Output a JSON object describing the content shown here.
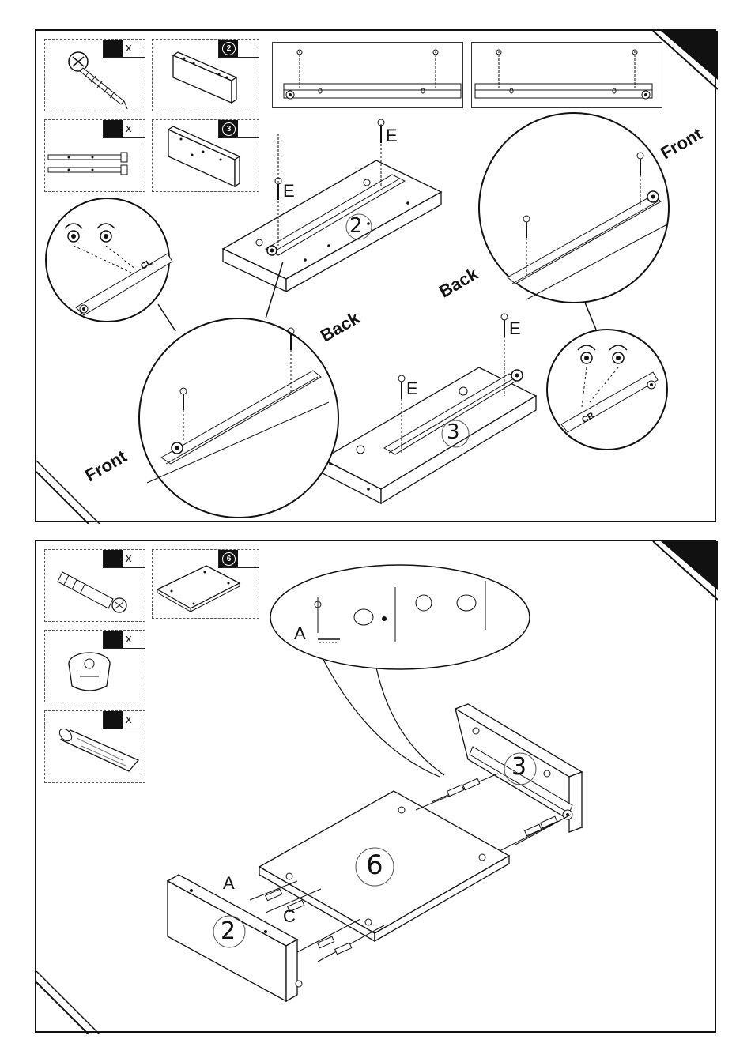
{
  "qty_mark": "x",
  "step1": {
    "part_left": "2",
    "part_right": "3",
    "screw_label": "E",
    "text_front": "Front",
    "text_back": "Back",
    "rail_left_mark": "CL",
    "rail_right_mark": "CR",
    "board_2": "2",
    "board_3": "3"
  },
  "step2": {
    "part_num": "6",
    "label_a_bubble": "A",
    "label_a": "A",
    "label_c": "C",
    "board_2": "2",
    "board_3": "3",
    "board_6": "6"
  }
}
